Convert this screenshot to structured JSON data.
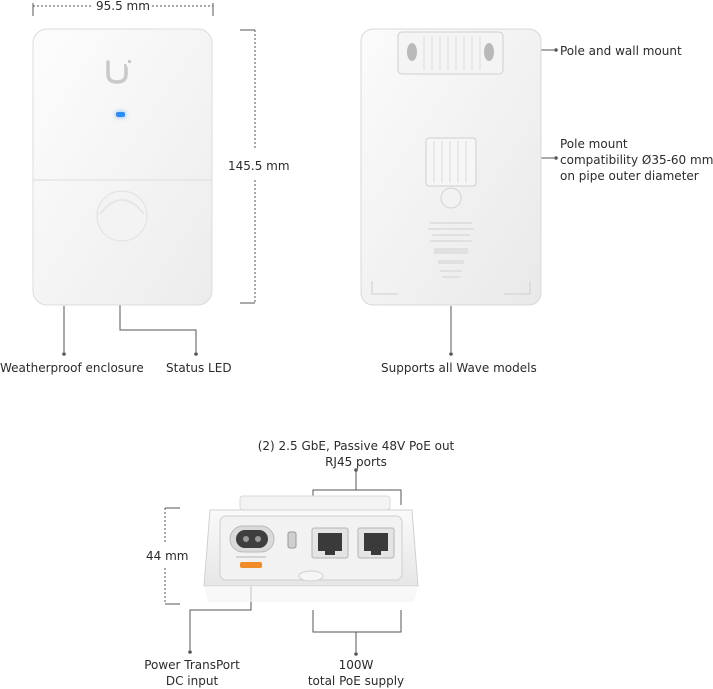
{
  "dimensions": {
    "width": "95.5 mm",
    "height": "145.5 mm",
    "base_height": "44 mm"
  },
  "front": {
    "enclosure_label": "Weatherproof enclosure",
    "led_label": "Status LED",
    "led_color": "#2f8cf2"
  },
  "back": {
    "mount_label": "Pole and wall mount",
    "pole_mount_lines": [
      "Pole mount",
      "compatibility Ø35-60 mm",
      "on pipe outer diameter"
    ],
    "compat_label": "Supports all Wave models"
  },
  "base": {
    "ports_lines": [
      "(2) 2.5 GbE, Passive 48V PoE out",
      "RJ45 ports"
    ],
    "power_lines": [
      "Power TransPort",
      "DC input"
    ],
    "poe_lines": [
      "100W",
      "total PoE supply"
    ],
    "dc_badge_color": "#f28c28"
  }
}
